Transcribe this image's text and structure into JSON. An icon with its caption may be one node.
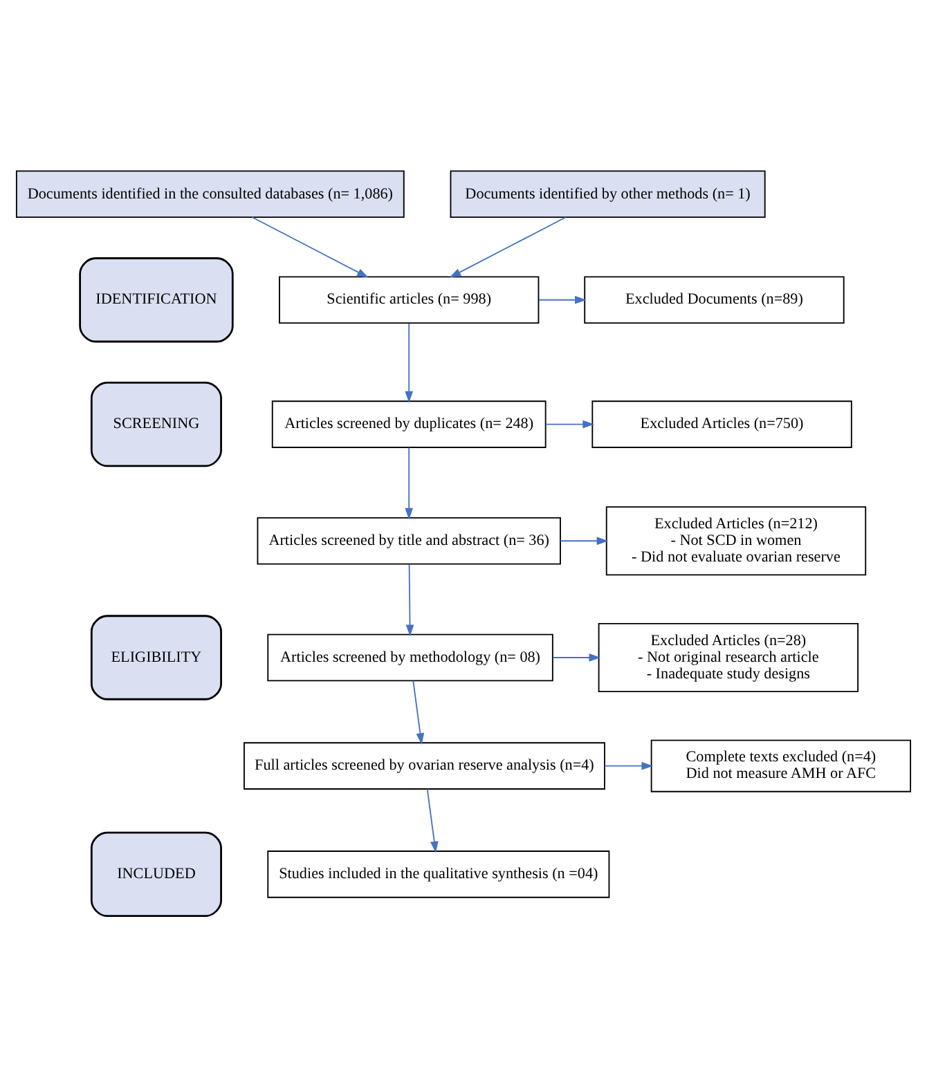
{
  "diagram": {
    "nodes": [
      {
        "text": [
          "Documents identified in the consulted databases (n= 1,086)"
        ]
      },
      {
        "text": [
          "Documents identified by other methods (n= 1)"
        ]
      },
      {
        "text": [
          "IDENTIFICATION"
        ]
      },
      {
        "text": [
          "Scientific articles (n= 998)"
        ]
      },
      {
        "text": [
          "Excluded Documents (n=89)"
        ]
      },
      {
        "text": [
          "SCREENING"
        ]
      },
      {
        "text": [
          "Articles screened by duplicates (n= 248)"
        ]
      },
      {
        "text": [
          "Excluded Articles (n=750)"
        ]
      },
      {
        "text": [
          "Articles screened by title and abstract (n= 36)"
        ]
      },
      {
        "text": [
          "Excluded Articles (n=212)",
          "- Not SCD in women",
          "- Did not evaluate ovarian reserve"
        ]
      },
      {
        "text": [
          "ELIGIBILITY"
        ]
      },
      {
        "text": [
          "Articles screened by methodology (n= 08)"
        ]
      },
      {
        "text": [
          "Excluded Articles (n=28)",
          "- Not original research article",
          "- Inadequate study designs"
        ]
      },
      {
        "text": [
          "Full articles screened by ovarian reserve analysis (n=4)"
        ]
      },
      {
        "text": [
          "Complete texts excluded (n=4)",
          "Did not measure AMH or AFC"
        ]
      },
      {
        "text": [
          "INCLUDED"
        ]
      },
      {
        "text": [
          "Studies included in the qualitative synthesis (n =04)"
        ]
      }
    ],
    "edges": [
      {
        "from": 0,
        "to": 3,
        "arrow": "to"
      },
      {
        "from": 1,
        "to": 3,
        "arrow": "to"
      },
      {
        "from": 3,
        "to": 4,
        "arrow": "to"
      },
      {
        "from": 3,
        "to": 6,
        "arrow": "to"
      },
      {
        "from": 6,
        "to": 7,
        "arrow": "to"
      },
      {
        "from": 6,
        "to": 8,
        "arrow": "to"
      },
      {
        "from": 8,
        "to": 9,
        "arrow": "to"
      },
      {
        "from": 8,
        "to": 11,
        "arrow": "to"
      },
      {
        "from": 11,
        "to": 12,
        "arrow": "to"
      },
      {
        "from": 11,
        "to": 13,
        "arrow": "to"
      },
      {
        "from": 13,
        "to": 14,
        "arrow": "to"
      },
      {
        "from": 13,
        "to": 16,
        "arrow": "to"
      }
    ]
  }
}
